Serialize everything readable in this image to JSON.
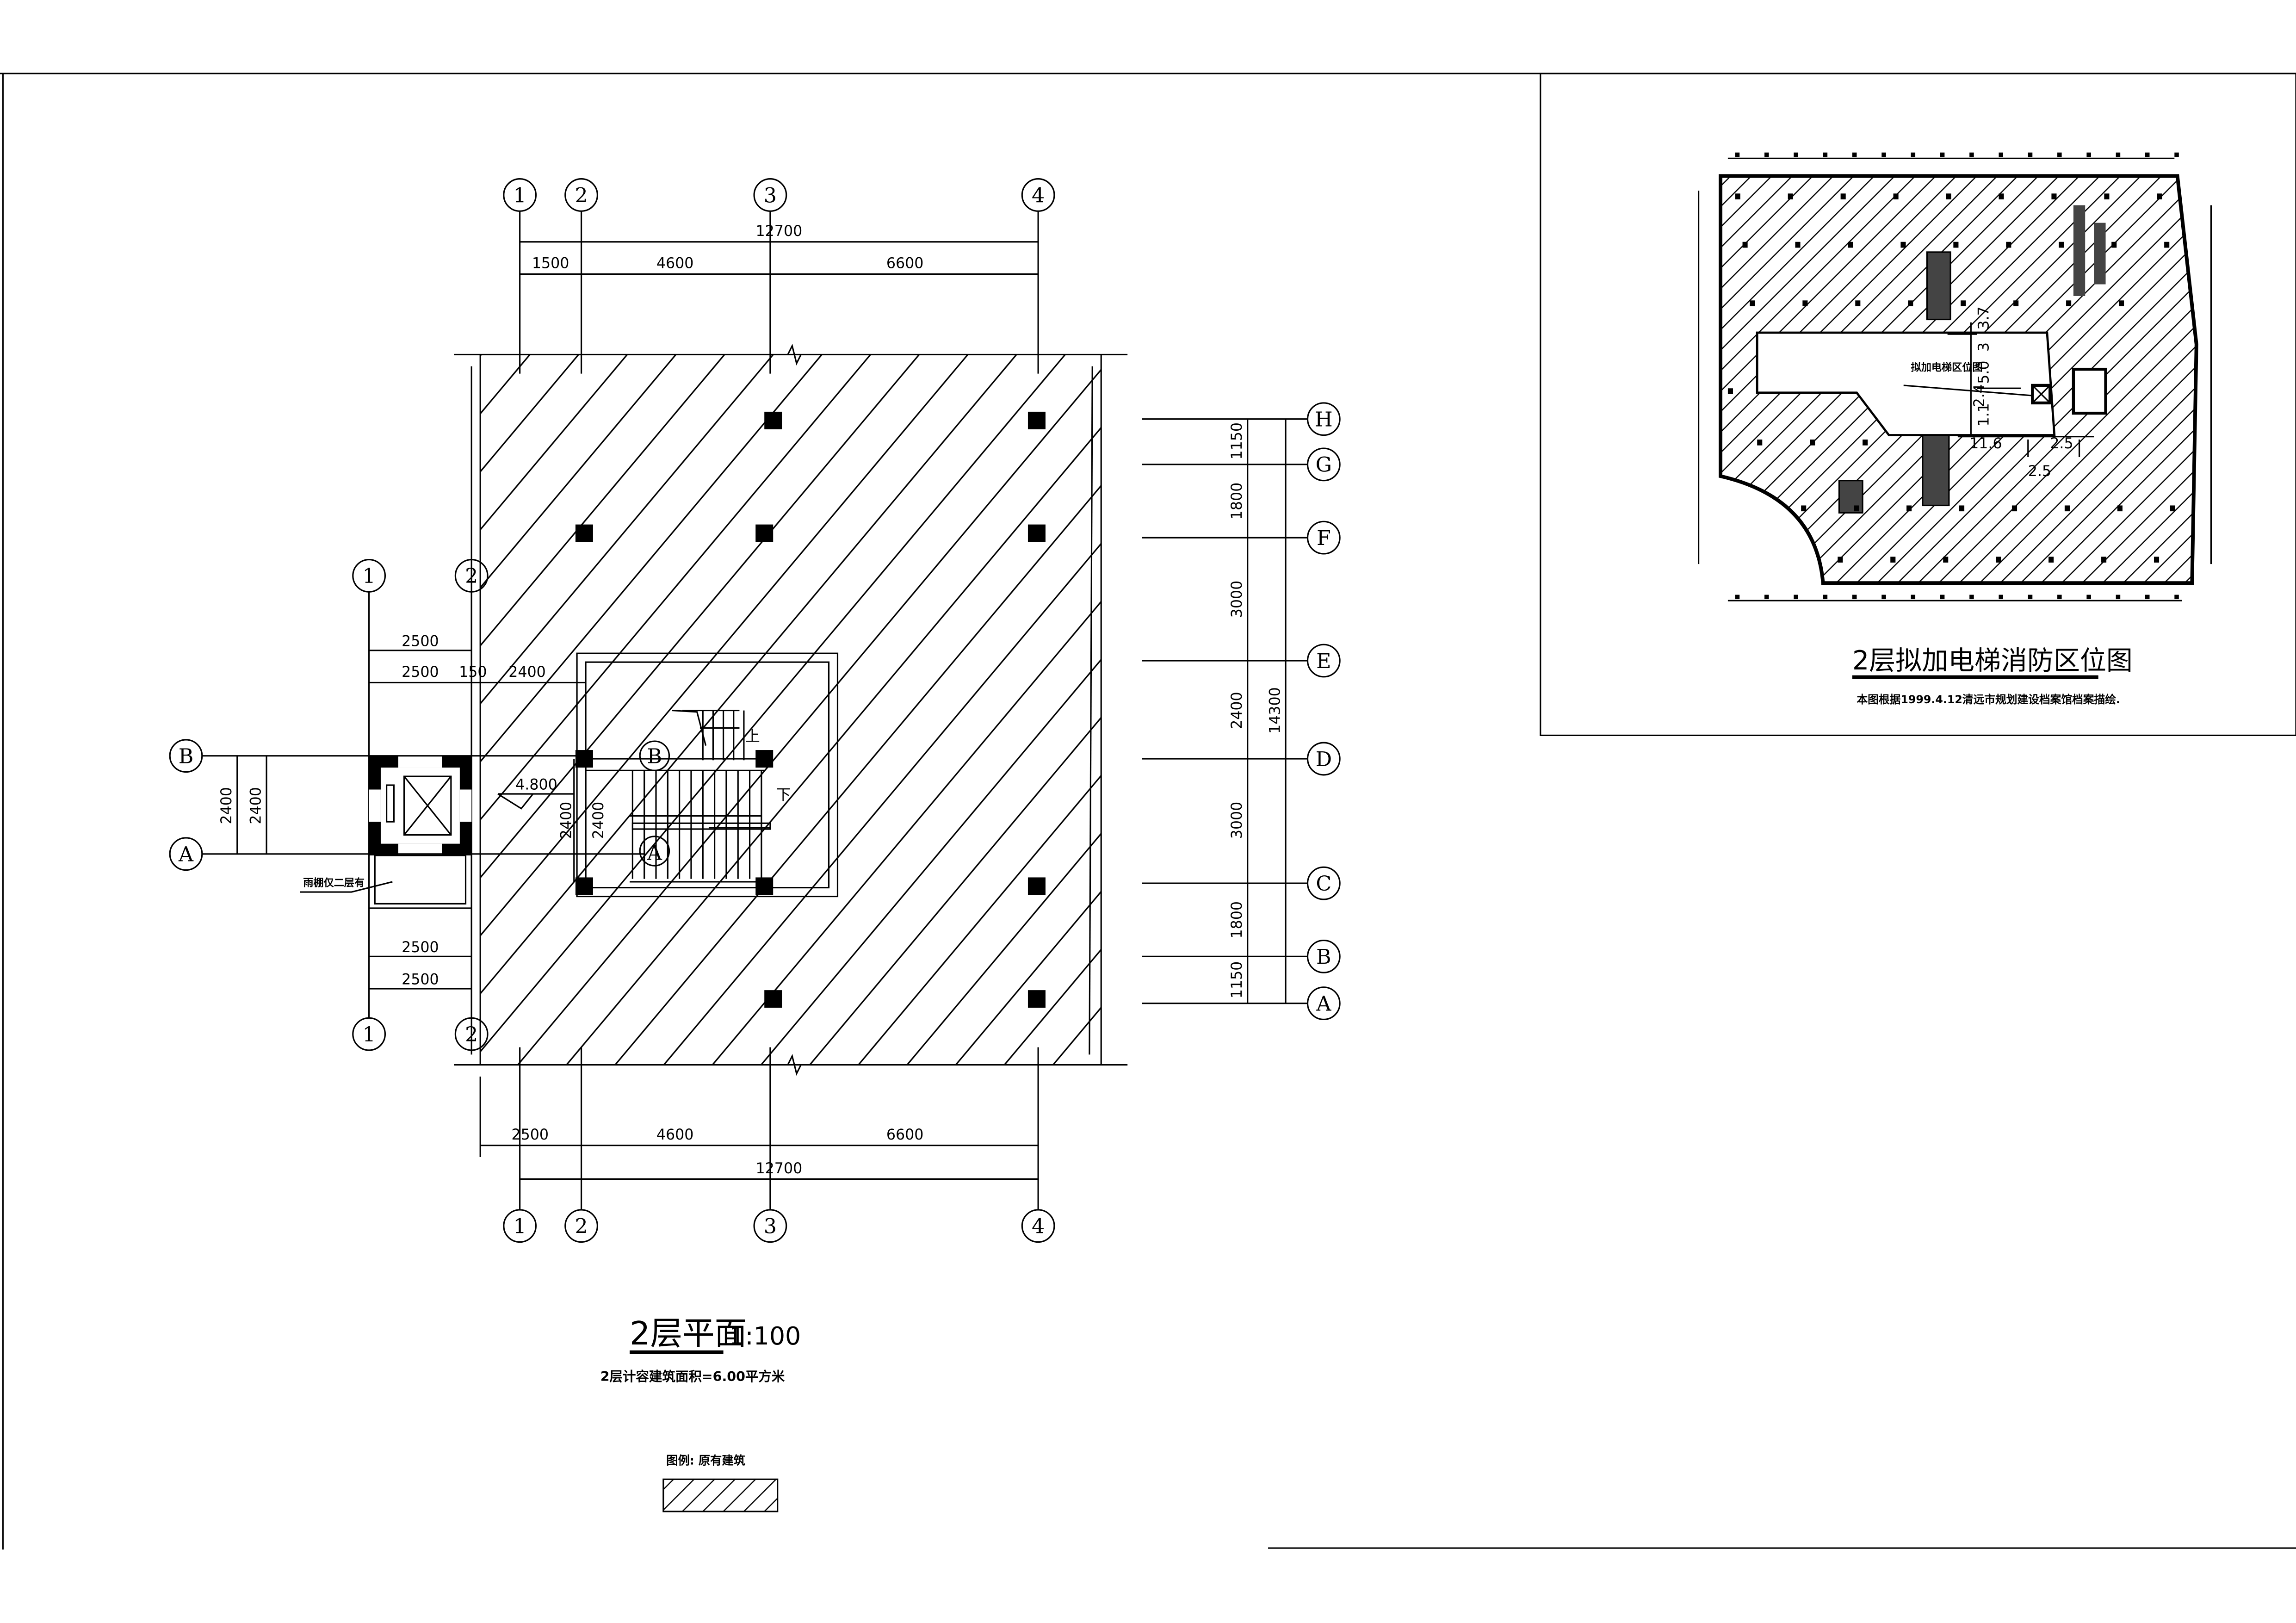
{
  "main_plan": {
    "title": "2层平面",
    "scale": "1:100",
    "area_note": "2层计容建筑面积=6.00平方米",
    "legend_label": "图例: 原有建筑",
    "top_axes": [
      "1",
      "2",
      "3",
      "4"
    ],
    "top_total": "12700",
    "top_segments": [
      "1500",
      "4600",
      "6600"
    ],
    "bottom_segments": [
      "2500",
      "4600",
      "6600"
    ],
    "bottom_total": "12700",
    "right_axes": [
      "H",
      "G",
      "F",
      "E",
      "D",
      "C",
      "B",
      "A"
    ],
    "right_segments": [
      "1150",
      "1800",
      "3000",
      "2400",
      "3000",
      "1800",
      "1150"
    ],
    "right_total": "14300",
    "left_axes_top": [
      "1",
      "2"
    ],
    "left_axes_bottom": [
      "1",
      "2"
    ],
    "left_dims_top": [
      "2500",
      "2500",
      "150",
      "2400"
    ],
    "left_dims_bottom": [
      "2500",
      "2500"
    ],
    "left_row_axes": [
      "B",
      "A"
    ],
    "left_row_dims": [
      "2400",
      "2400"
    ],
    "stair": {
      "axis_b": "B",
      "axis_a": "A",
      "elevation": "4.800",
      "dim1": "2400",
      "dim2": "2400",
      "up": "上",
      "down": "下"
    },
    "canopy_note": "雨棚仅二层有"
  },
  "key_plan": {
    "title": "2层拟加电梯消防区位图",
    "note": "本图根据1999.4.12清远市规划建设档案馆档案描绘.",
    "callout": "拟加电梯区位图",
    "dims": [
      "3.7",
      "3",
      "5.0",
      "2.4",
      "1.1",
      "11.6",
      "2.5",
      "2.5"
    ]
  }
}
